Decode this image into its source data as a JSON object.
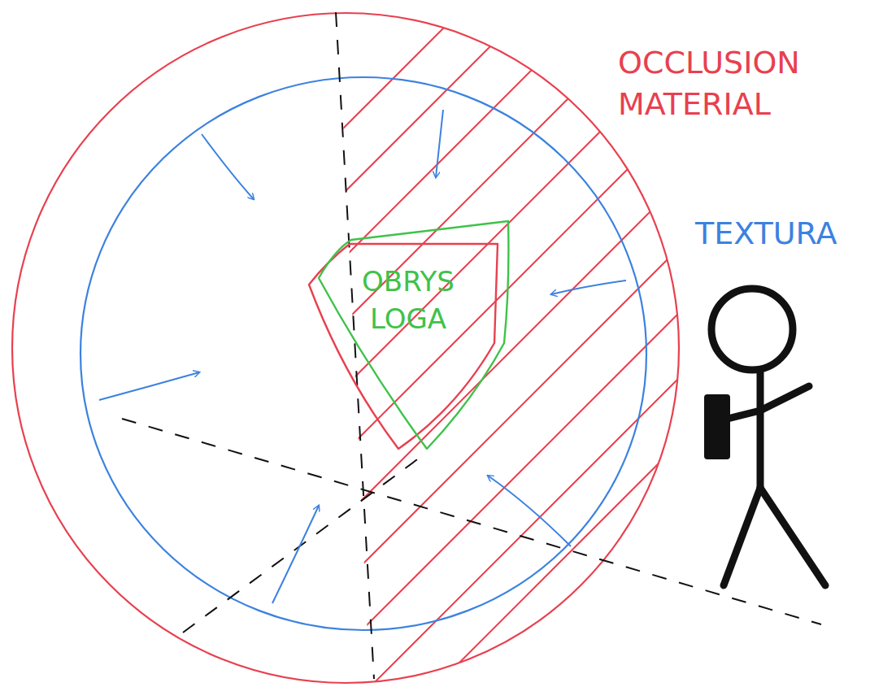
{
  "diagram": {
    "nodes": [
      {
        "text": [
          "OBRYS LOGA"
        ]
      }
    ],
    "labels": [
      "OCCLUSION MATERIAL",
      "TEXTURA"
    ]
  }
}
